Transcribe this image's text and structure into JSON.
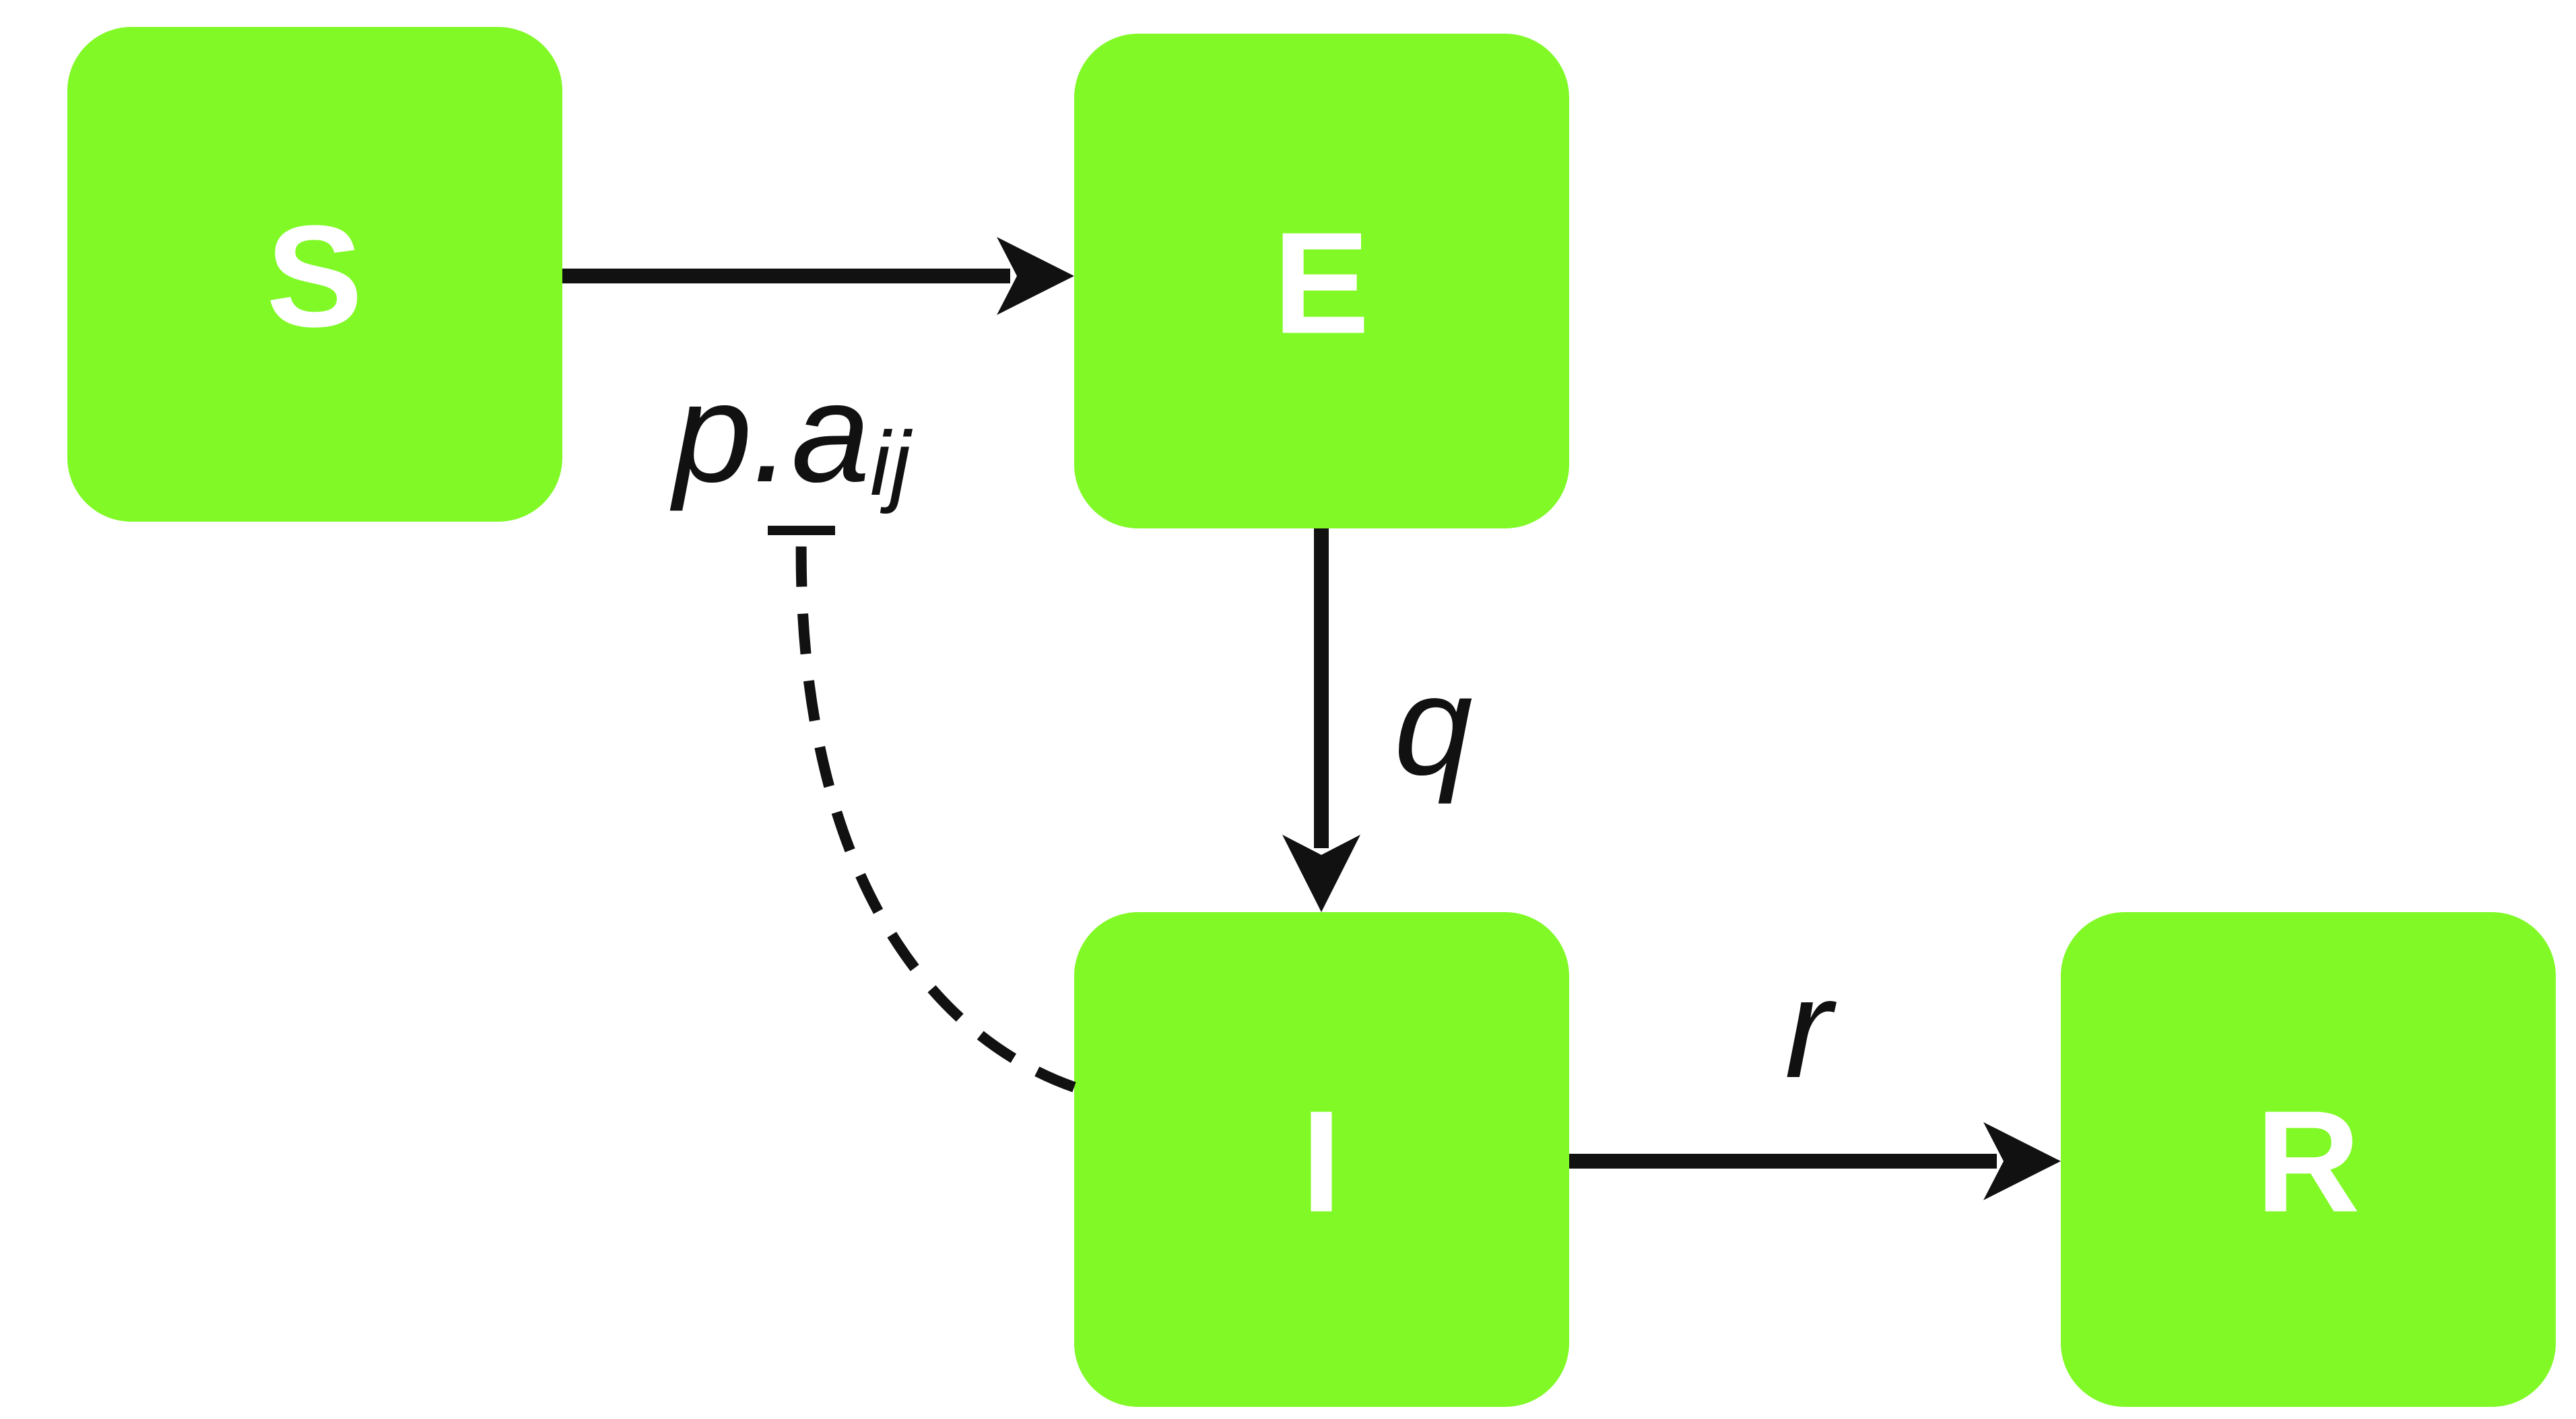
{
  "colors": {
    "node_fill": "#80f926",
    "node_text": "#ffffff",
    "edge": "#111111"
  },
  "nodes": {
    "s": "S",
    "e": "E",
    "i": "I",
    "r": "R"
  },
  "edges": {
    "s_to_e": {
      "main": "p.a",
      "subscript": "ij"
    },
    "e_to_i": "q",
    "i_to_r": "r"
  }
}
